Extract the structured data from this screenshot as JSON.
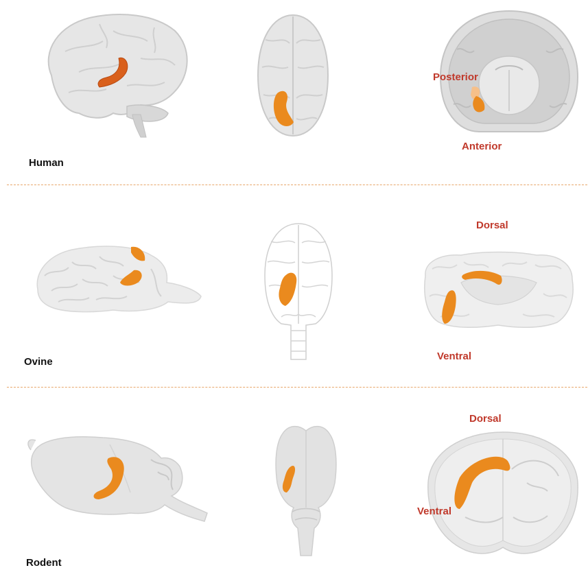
{
  "rows": [
    {
      "species": "Human",
      "labels": {
        "top": "Posterior",
        "bottom": "Anterior"
      }
    },
    {
      "species": "Ovine",
      "labels": {
        "top": "Dorsal",
        "bottom": "Ventral"
      }
    },
    {
      "species": "Rodent",
      "labels": {
        "top": "Dorsal",
        "bottom": "Ventral"
      }
    }
  ],
  "colors": {
    "highlight": "#ea8a1e",
    "highlight_dark": "#d9601c",
    "highlight_light": "#f6c08a",
    "brain_fill": "#e6e6e6",
    "brain_line": "#c9c9c9",
    "label_red": "#c0392b",
    "divider": "#e8a76a"
  }
}
